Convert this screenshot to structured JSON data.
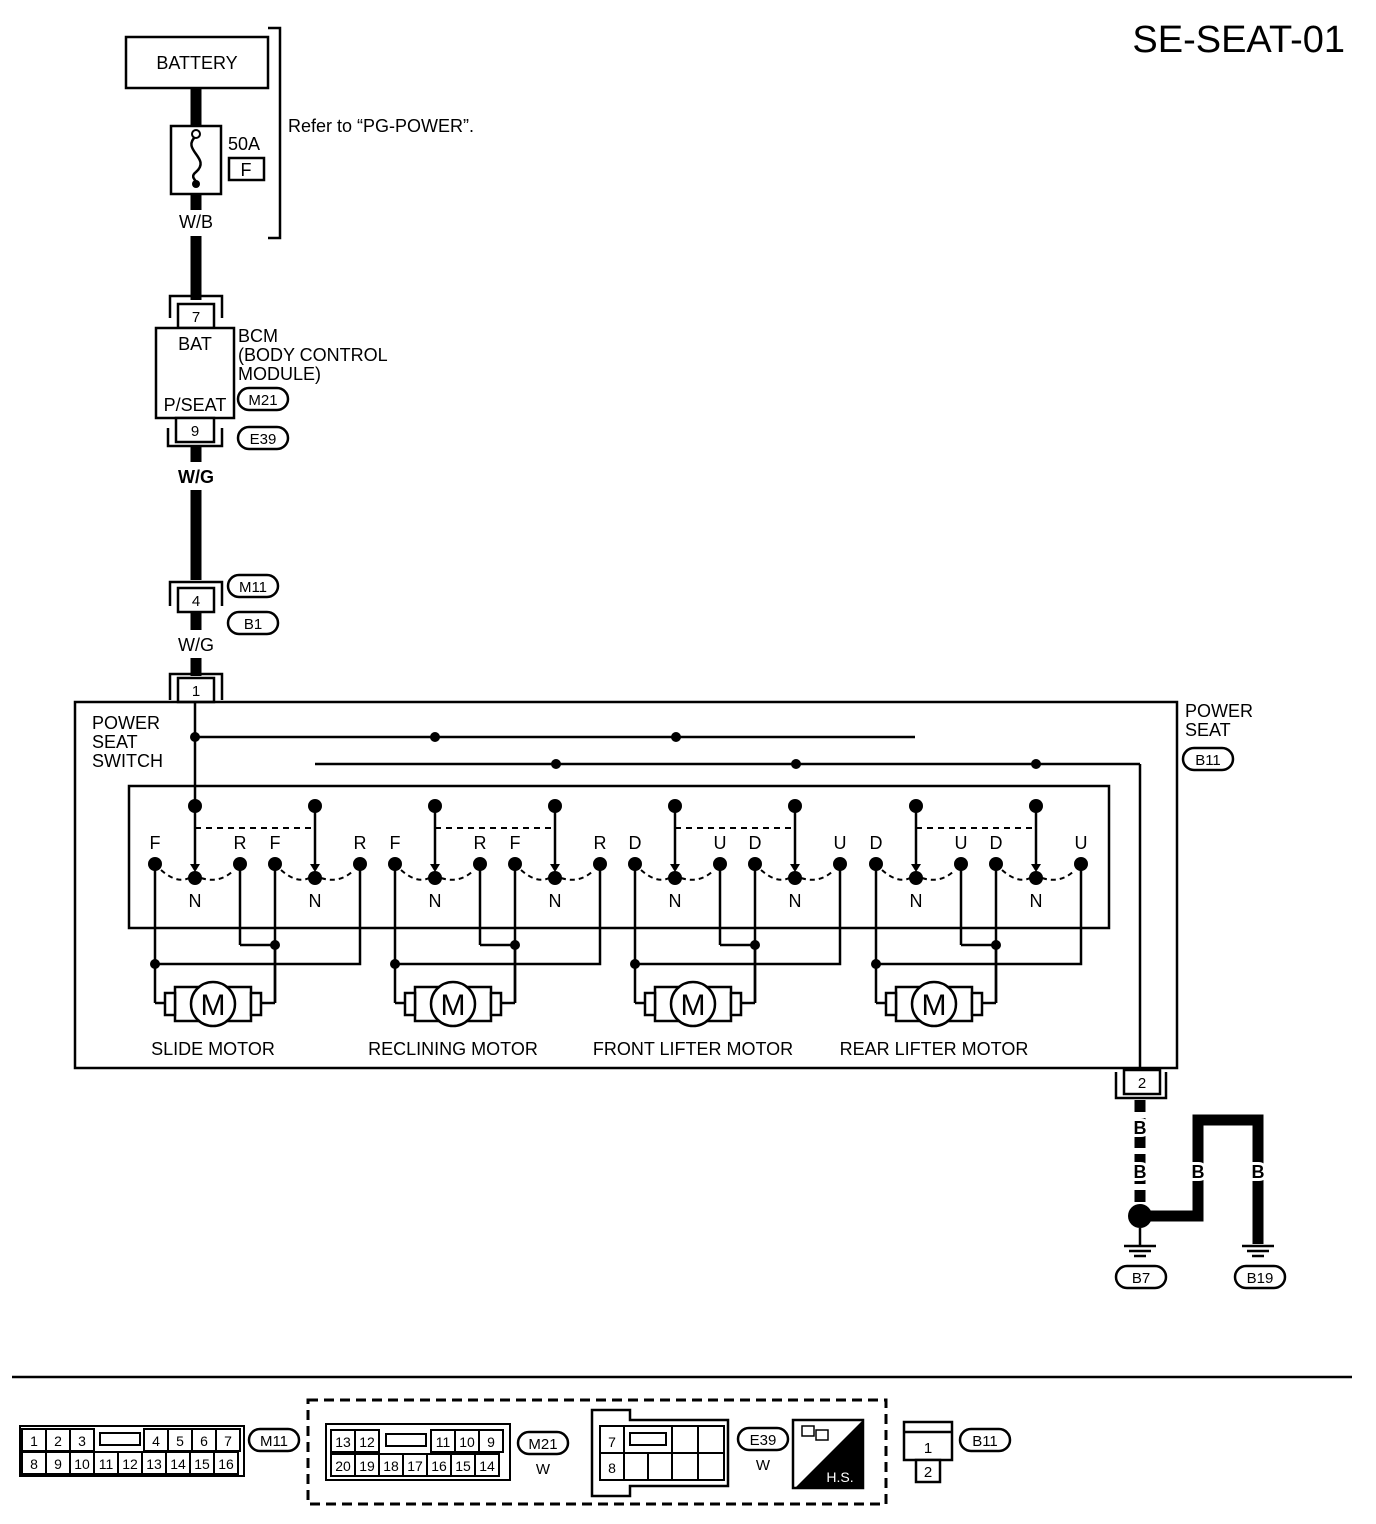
{
  "title": "SE-SEAT-01",
  "battery": {
    "label": "BATTERY"
  },
  "fuse": {
    "rating": "50A",
    "code": "F",
    "wire": "W/B"
  },
  "reference": "Refer to “PG-POWER”.",
  "bcm": {
    "name_line1": "BCM",
    "name_line2": "(BODY CONTROL",
    "name_line3": "MODULE)",
    "pin_top": "7",
    "pin_top_label": "BAT",
    "pin_bottom": "9",
    "pin_bottom_label": "P/SEAT",
    "connector_1": "M21",
    "connector_2": "E39",
    "wire_out": "W/G"
  },
  "joint": {
    "pin": "4",
    "connector_1": "M11",
    "connector_2": "B1",
    "wire_out": "W/G"
  },
  "power_seat": {
    "name_line1": "POWER",
    "name_line2": "SEAT",
    "connector": "B11",
    "pin_in": "1",
    "pin_out": "2",
    "switch_line1": "POWER",
    "switch_line2": "SEAT",
    "switch_line3": "SWITCH"
  },
  "switch_contacts": [
    {
      "left": "F",
      "center": "N",
      "right": "R"
    },
    {
      "left": "F",
      "center": "N",
      "right": "R"
    },
    {
      "left": "F",
      "center": "N",
      "right": "R"
    },
    {
      "left": "F",
      "center": "N",
      "right": "R"
    },
    {
      "left": "D",
      "center": "N",
      "right": "U"
    },
    {
      "left": "D",
      "center": "N",
      "right": "U"
    },
    {
      "left": "D",
      "center": "N",
      "right": "U"
    },
    {
      "left": "D",
      "center": "N",
      "right": "U"
    }
  ],
  "motors": [
    {
      "symbol": "M",
      "label": "SLIDE MOTOR"
    },
    {
      "symbol": "M",
      "label": "RECLINING MOTOR"
    },
    {
      "symbol": "M",
      "label": "FRONT LIFTER MOTOR"
    },
    {
      "symbol": "M",
      "label": "REAR LIFTER MOTOR"
    }
  ],
  "ground": {
    "wire_1": "B",
    "wire_2": "B",
    "wire_3": "B",
    "wire_4": "B",
    "ground_1": "B7",
    "ground_2": "B19"
  },
  "connector_views": {
    "m11": {
      "id": "M11",
      "row1": [
        "1",
        "2",
        "3",
        "4",
        "5",
        "6",
        "7"
      ],
      "row2": [
        "8",
        "9",
        "10",
        "11",
        "12",
        "13",
        "14",
        "15",
        "16"
      ]
    },
    "m21": {
      "id": "M21",
      "color": "W",
      "row1": [
        "13",
        "12",
        "11",
        "10",
        "9"
      ],
      "row2": [
        "20",
        "19",
        "18",
        "17",
        "16",
        "15",
        "14"
      ]
    },
    "e39": {
      "id": "E39",
      "color": "W",
      "row1": [
        "7"
      ],
      "row2": [
        "8"
      ],
      "hs": "H.S."
    },
    "b11": {
      "id": "B11",
      "row1": [
        "1"
      ],
      "row2": [
        "2"
      ]
    }
  }
}
